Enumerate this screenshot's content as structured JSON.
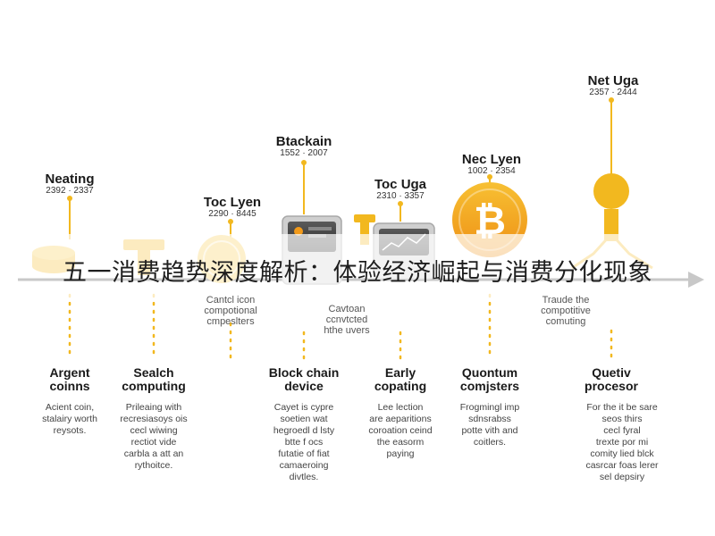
{
  "banner": {
    "title": "五一消费趋势深度解析：体验经济崛起与消费分化现象"
  },
  "colors": {
    "gold": "#f2b81f",
    "orange": "#f29a1a",
    "axis": "#3a3a3a",
    "device": "#c9c9c9"
  },
  "milestones": [
    {
      "top_title": "Neating",
      "top_date": "2392 · 2337",
      "mid_text": "",
      "bottom_title": "Argent\ncoinns",
      "bottom_text": "Acient coin,\nstalairy worth\nreysots."
    },
    {
      "top_title": "",
      "top_date": "",
      "mid_text": "",
      "bottom_title": "Sealch\ncomputing",
      "bottom_text": "Prileaing with\nrecresiasoys ois\ncecl wiwing\nrectiot vide\ncarbla a att an\nrythoitce."
    },
    {
      "top_title": "Toc Lyen",
      "top_date": "2290 · 8445",
      "mid_text": "Cantcl icon\ncompotional\ncmpeslters",
      "bottom_title": "",
      "bottom_text": ""
    },
    {
      "top_title": "Btackain",
      "top_date": "1552 · 2007",
      "mid_text": "",
      "bottom_title": "Block chain\ndevice",
      "bottom_text": "Cayet is cypre\nsoetien wat\nhegroedl d lsty\nbtte f ocs\nfutatie of fiat\ncamaeroing\ndivtles."
    },
    {
      "top_title": "Toc Uga",
      "top_date": "2310 · 3357",
      "mid_text": "Cavtoan\nccnvtcted\nhthe uvers",
      "bottom_title": "Early\ncopating",
      "bottom_text": "Lee lection\nare aeparitions\ncoroation ceind\nthe easorm\npaying"
    },
    {
      "top_title": "Nec Lyen",
      "top_date": "1002 · 2354",
      "mid_text": "",
      "bottom_title": "Quontum\ncomjsters",
      "bottom_text": "Frogmingl imp\nsdnsrabss\npotte vith and\ncoitlers."
    },
    {
      "top_title": "Net Uga",
      "top_date": "2357 · 2444",
      "mid_text": "Traude the\ncompotitive\ncomuting",
      "bottom_title": "Quetiv\nprocesor",
      "bottom_text": "For the it be sare\nseos thirs\ncecl fyral\ntrexte por mi\ncomity lied blck\ncasrcar foas lerer\nsel depsiry"
    }
  ]
}
